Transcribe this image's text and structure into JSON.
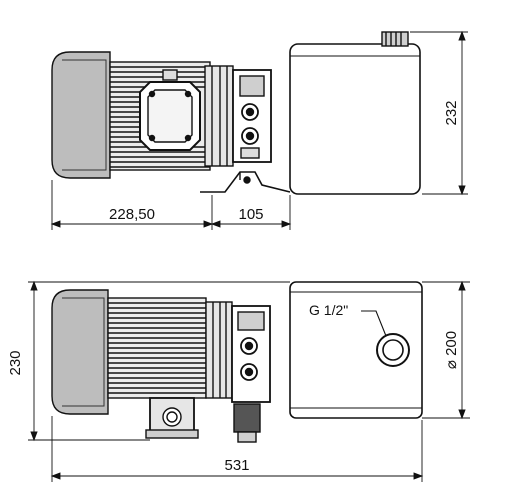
{
  "top_view": {
    "dim_length_motor": "228,50",
    "dim_length_mount": "105",
    "dim_height": "232"
  },
  "front_view": {
    "dim_height": "230",
    "dim_total_length": "531",
    "dim_tank_diameter": "⌀ 200",
    "port_label": "G 1/2\""
  }
}
